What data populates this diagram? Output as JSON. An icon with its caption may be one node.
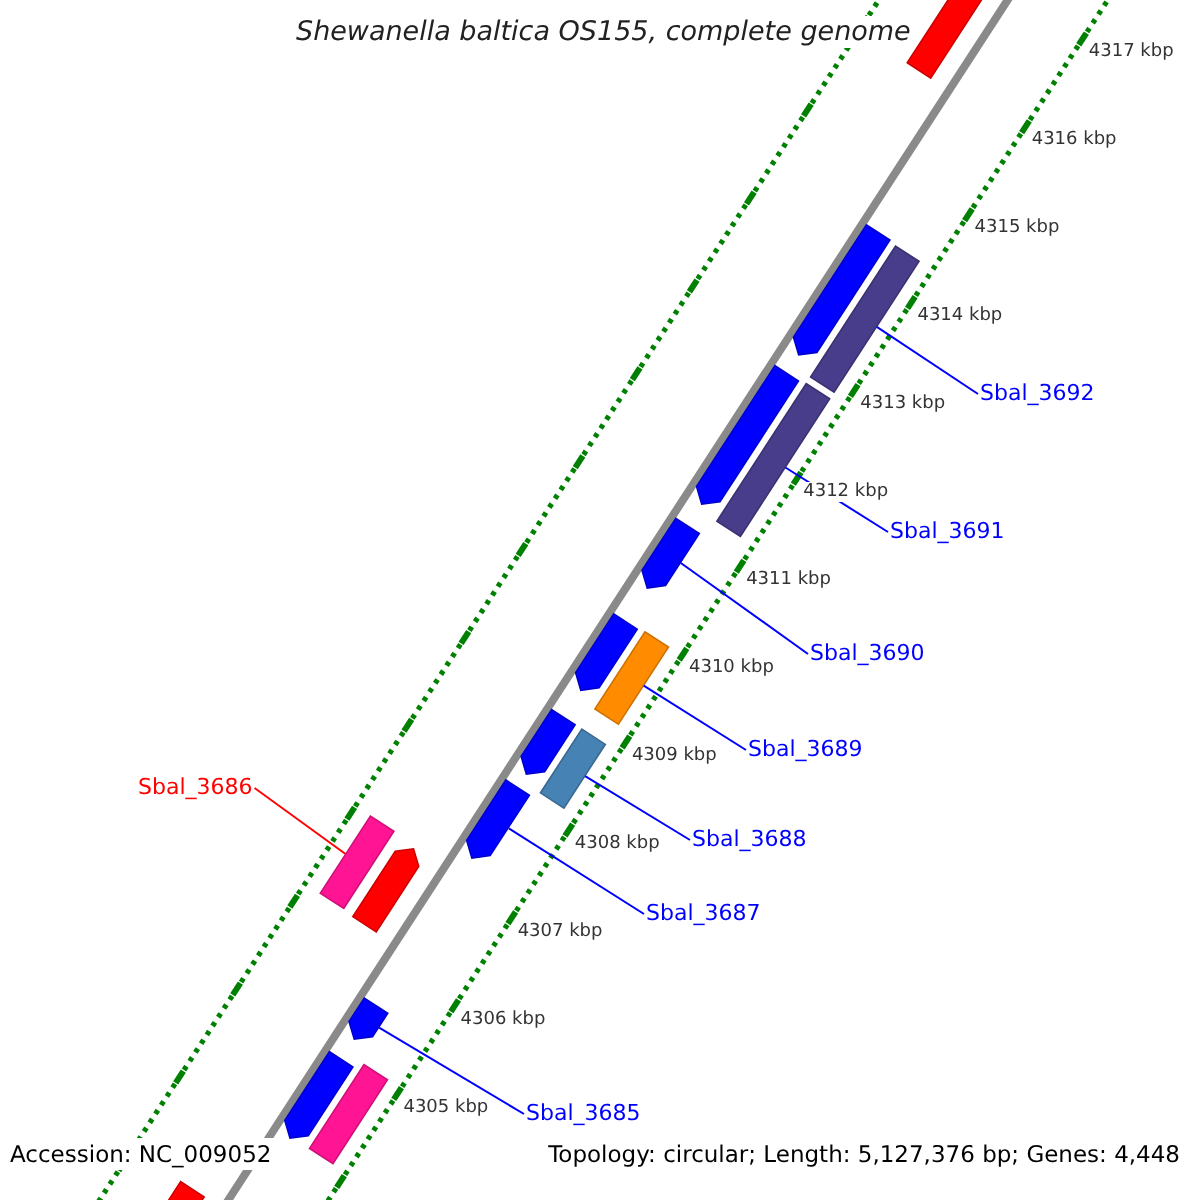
{
  "diagram": {
    "title": "Shewanella baltica OS155, complete genome",
    "nodes": [
      {
        "text": [
          "Sbal_3692"
        ]
      },
      {
        "text": [
          "Sbal_3691"
        ]
      },
      {
        "text": [
          "Sbal_3690"
        ]
      },
      {
        "text": [
          "Sbal_3689"
        ]
      },
      {
        "text": [
          "Sbal_3686"
        ]
      },
      {
        "text": [
          "Sbal_3688"
        ]
      },
      {
        "text": [
          "Sbal_3687"
        ]
      },
      {
        "text": [
          "Sbal_3685"
        ]
      },
      {
        "text": [],
        "shape": "bar"
      },
      {
        "text": [],
        "shape": "bar"
      },
      {
        "text": [],
        "shape": "bar"
      },
      {
        "text": [],
        "shape": "bar"
      },
      {
        "text": [],
        "shape": "bar"
      },
      {
        "text": [],
        "shape": "bar"
      },
      {
        "text": [],
        "shape": "bar"
      },
      {
        "text": [],
        "shape": "bar"
      },
      {
        "text": [],
        "shape": "bar"
      },
      {
        "text": [],
        "shape": "bar"
      },
      {
        "text": [],
        "shape": "bar"
      },
      {
        "text": [],
        "shape": "bar"
      },
      {
        "text": [],
        "shape": "bar"
      },
      {
        "text": [],
        "shape": "bar"
      },
      {
        "text": [],
        "shape": "bar"
      },
      {
        "text": [],
        "shape": "bar"
      },
      {
        "text": [],
        "shape": "bar"
      }
    ],
    "edges": [
      {
        "from": 0,
        "to": 10,
        "arrow": "none"
      },
      {
        "from": 1,
        "to": 12,
        "arrow": "none"
      },
      {
        "from": 2,
        "to": 13,
        "arrow": "none"
      },
      {
        "from": 3,
        "to": 15,
        "arrow": "none"
      },
      {
        "from": 4,
        "to": 19,
        "arrow": "none",
        "color": "#ff0000"
      },
      {
        "from": 5,
        "to": 17,
        "arrow": "none"
      },
      {
        "from": 6,
        "to": 18,
        "arrow": "none"
      },
      {
        "from": 7,
        "to": 21,
        "arrow": "none"
      }
    ],
    "labels": [
      "4317 kbp",
      "4316 kbp",
      "4315 kbp",
      "4314 kbp",
      "4313 kbp",
      "4312 kbp",
      "4311 kbp",
      "4310 kbp",
      "4309 kbp",
      "4308 kbp",
      "4307 kbp",
      "4306 kbp",
      "4305 kbp",
      "Accession: NC_009052",
      "Topology: circular; Length: 5,127,376 bp; Genes: 4,448"
    ]
  }
}
